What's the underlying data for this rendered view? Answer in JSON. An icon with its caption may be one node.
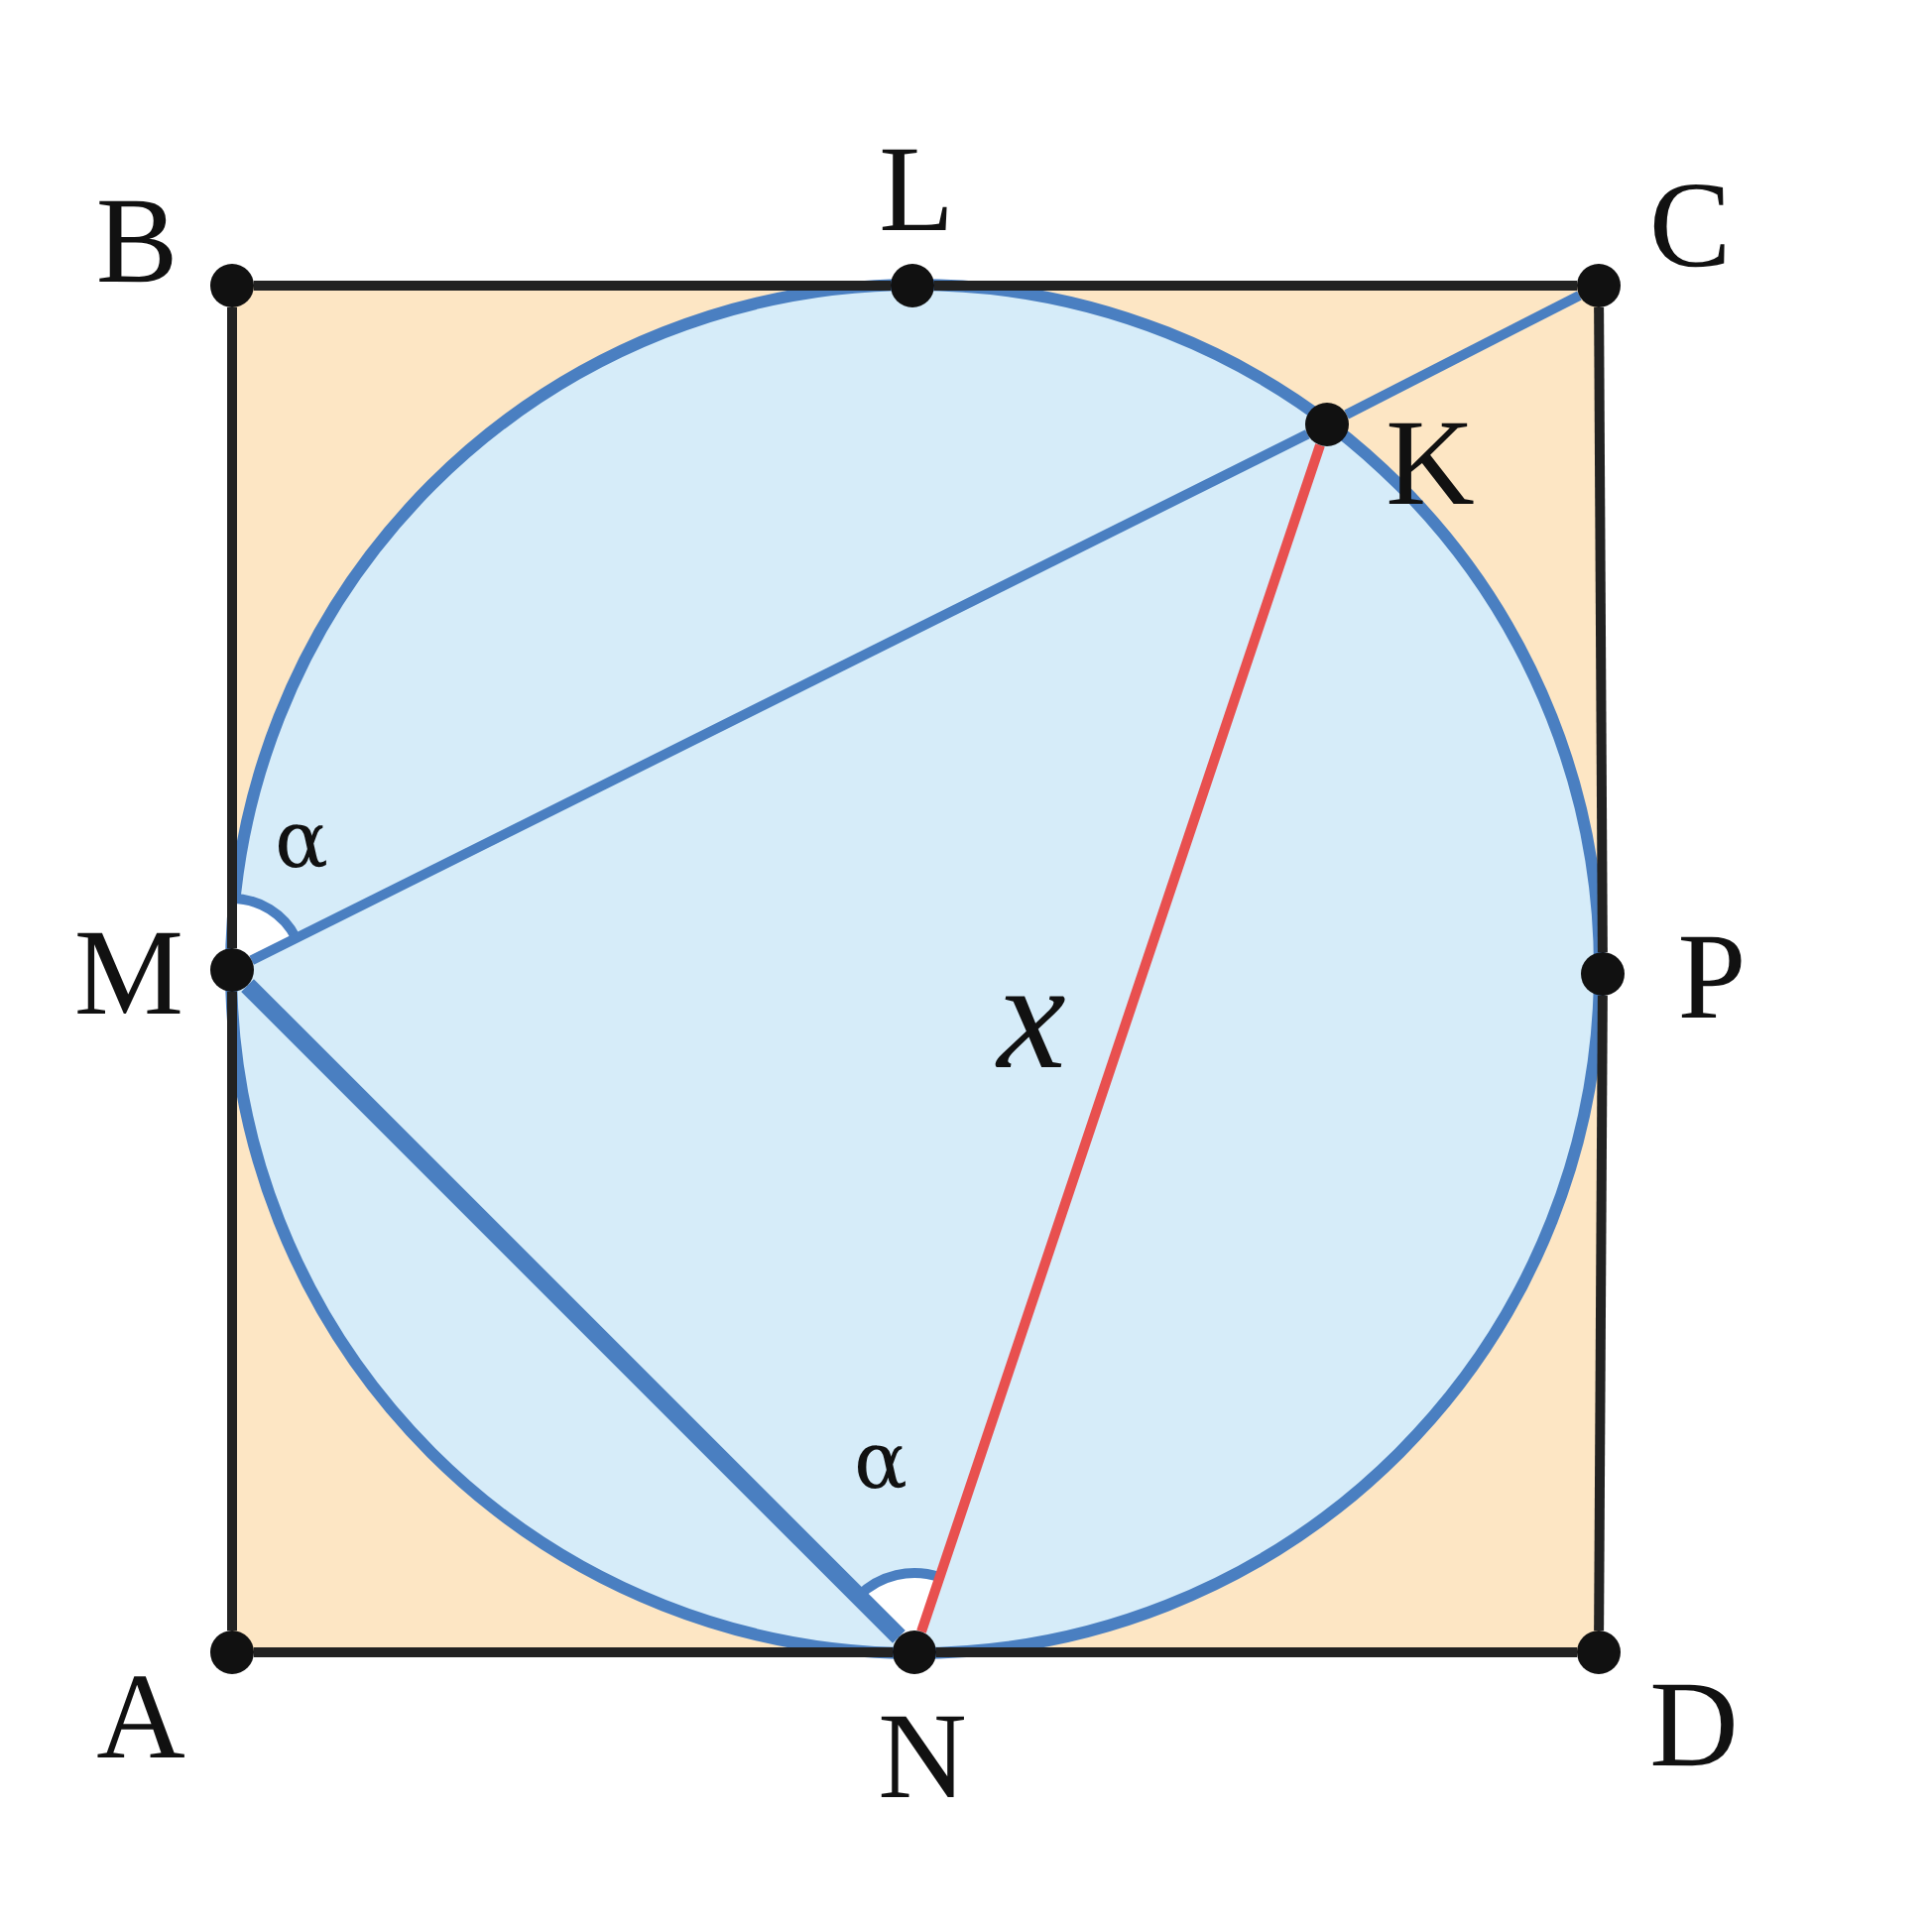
{
  "diagram": {
    "nodes": [
      {
        "text": [
          "B"
        ]
      },
      {
        "text": [
          "L"
        ]
      },
      {
        "text": [
          "C"
        ]
      },
      {
        "text": [
          "K"
        ]
      },
      {
        "text": [
          "M"
        ]
      },
      {
        "text": [
          "P"
        ]
      },
      {
        "text": [
          "A"
        ]
      },
      {
        "text": [
          "N"
        ]
      },
      {
        "text": [
          "D"
        ]
      }
    ],
    "edges": [
      {
        "from": 6,
        "to": 4,
        "arrow": "none"
      },
      {
        "from": 4,
        "to": 0,
        "arrow": "none"
      },
      {
        "from": 0,
        "to": 1,
        "arrow": "none"
      },
      {
        "from": 1,
        "to": 2,
        "arrow": "none"
      },
      {
        "from": 2,
        "to": 5,
        "arrow": "none"
      },
      {
        "from": 5,
        "to": 8,
        "arrow": "none"
      },
      {
        "from": 8,
        "to": 7,
        "arrow": "none"
      },
      {
        "from": 7,
        "to": 6,
        "arrow": "none"
      },
      {
        "from": 4,
        "to": 3,
        "arrow": "none",
        "color": "#4a7fc1"
      },
      {
        "from": 3,
        "to": 2,
        "arrow": "none",
        "color": "#4a7fc1"
      },
      {
        "from": 4,
        "to": 7,
        "arrow": "none",
        "style": "thick",
        "color": "#4a7fc1"
      },
      {
        "from": 7,
        "to": 3,
        "arrow": "none",
        "label": "x",
        "color": "#e8504f"
      }
    ],
    "labels": [
      "α",
      "α"
    ]
  }
}
